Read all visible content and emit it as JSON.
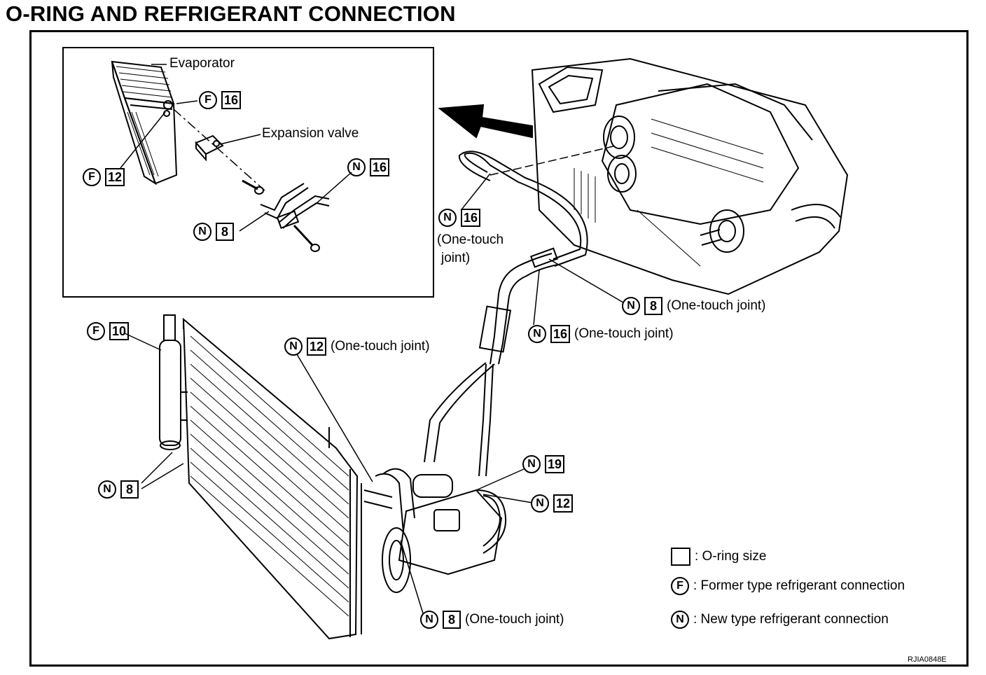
{
  "title": "O-RING AND REFRIGERANT CONNECTION",
  "inset": {
    "evaporator_label": "Evaporator",
    "expansion_valve_label": "Expansion valve",
    "callouts": [
      {
        "type": "F",
        "size": "16"
      },
      {
        "type": "F",
        "size": "12"
      },
      {
        "type": "N",
        "size": "16"
      },
      {
        "type": "N",
        "size": "8"
      }
    ]
  },
  "callouts": [
    {
      "type": "N",
      "size": "16",
      "note": "(One-touch",
      "note2": "joint)"
    },
    {
      "type": "N",
      "size": "8",
      "note": "(One-touch joint)"
    },
    {
      "type": "N",
      "size": "16",
      "note": "(One-touch joint)"
    },
    {
      "type": "N",
      "size": "12",
      "note": "(One-touch joint)"
    },
    {
      "type": "F",
      "size": "10"
    },
    {
      "type": "N",
      "size": "8"
    },
    {
      "type": "N",
      "size": "19"
    },
    {
      "type": "N",
      "size": "12"
    },
    {
      "type": "N",
      "size": "8",
      "note": "(One-touch joint)"
    }
  ],
  "legend": {
    "oring": ": O-ring size",
    "former": ": Former type refrigerant connection",
    "new": ": New type refrigerant connection",
    "f_symbol": "F",
    "n_symbol": "N"
  },
  "figure_code": "RJIA0848E"
}
